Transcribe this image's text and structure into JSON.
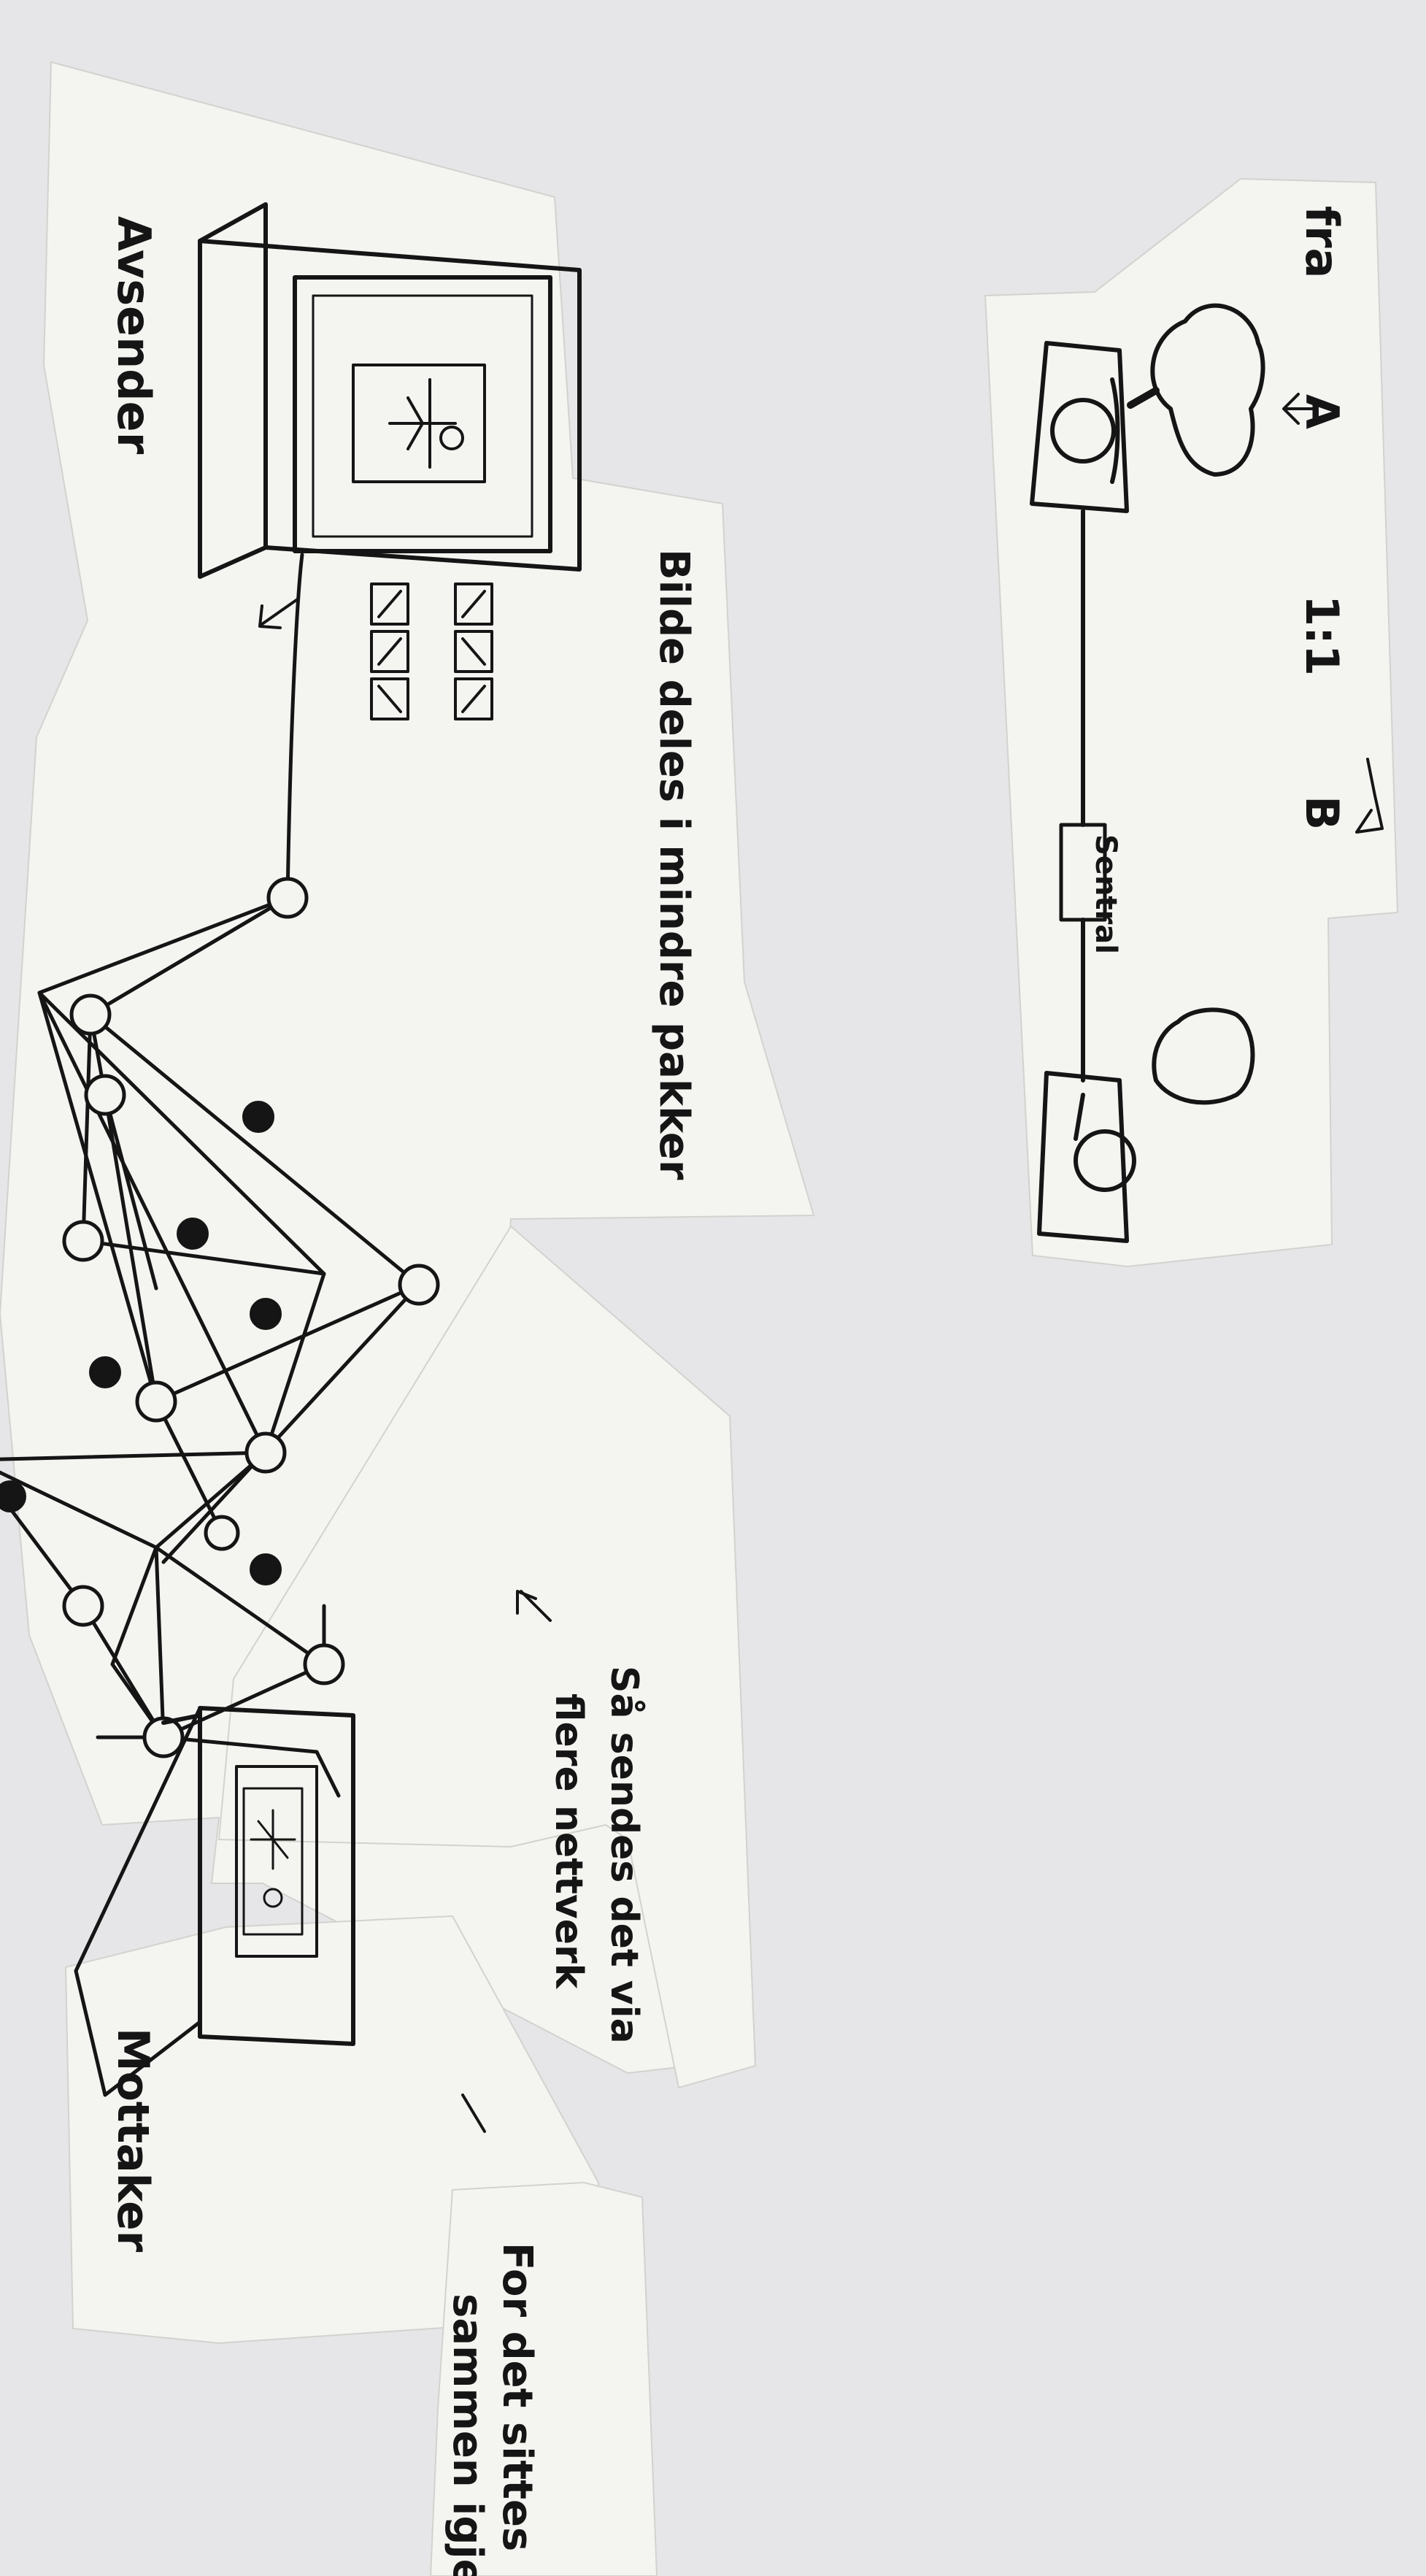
{
  "telephone_panel": {
    "from_label": "fra",
    "caller_label": "A",
    "ratio_label": "1:1",
    "callee_label": "B",
    "exchange_label": "Sentral"
  },
  "sender_label": "Avsender",
  "packets_caption": "Bilde deles i mindre pakker",
  "network_caption_line1": "Så sendes det via",
  "network_caption_line2": "flere nettverk",
  "receiver_label": "Mottaker",
  "reassembly_caption_line1": "For det sittes",
  "reassembly_caption_line2": "sammen igjen",
  "packet_glyph": "▤",
  "colors": {
    "paper": "#f4f4f1",
    "background": "#e6e6e8",
    "ink": "#151515"
  }
}
